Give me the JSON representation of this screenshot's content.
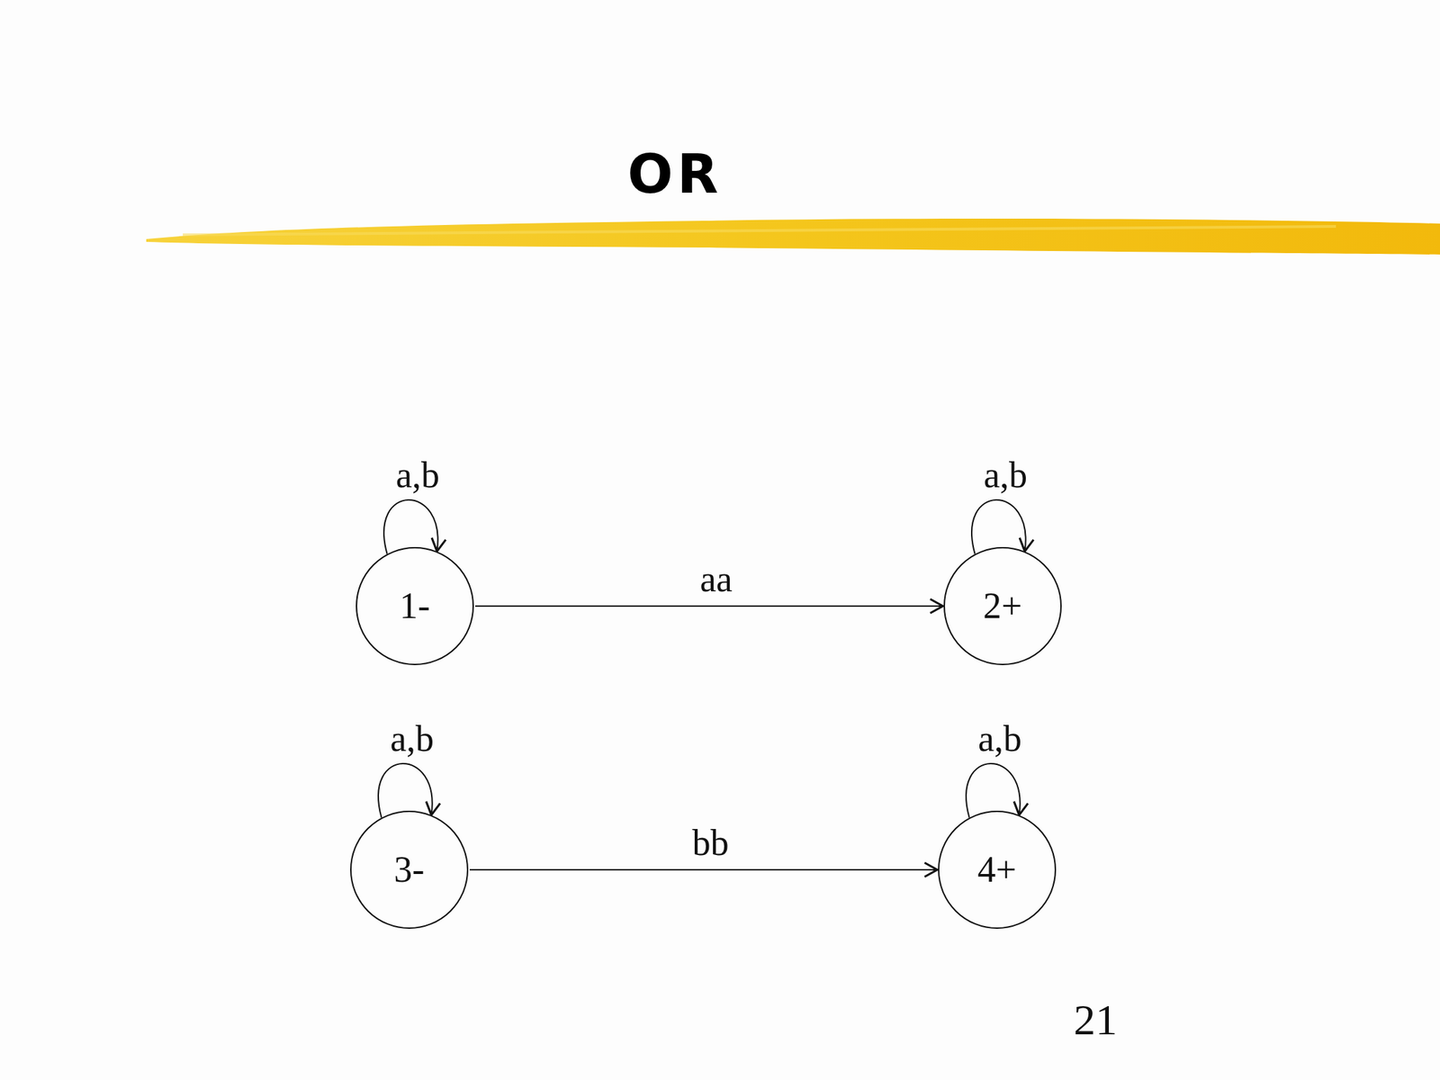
{
  "diagram": {
    "title": "OR",
    "nodes": [
      {
        "text": [
          "1-"
        ]
      },
      {
        "text": [
          "2+"
        ]
      },
      {
        "text": [
          "3-"
        ]
      },
      {
        "text": [
          "4+"
        ]
      }
    ],
    "edges": [
      {
        "from": 0,
        "to": 0,
        "label": "a,b",
        "arrow": "to"
      },
      {
        "from": 1,
        "to": 1,
        "label": "a,b",
        "arrow": "to"
      },
      {
        "from": 0,
        "to": 1,
        "label": "aa",
        "arrow": "to"
      },
      {
        "from": 2,
        "to": 2,
        "label": "a,b",
        "arrow": "to"
      },
      {
        "from": 3,
        "to": 3,
        "label": "a,b",
        "arrow": "to"
      },
      {
        "from": 2,
        "to": 3,
        "label": "bb",
        "arrow": "to"
      }
    ],
    "labels": [
      "21"
    ]
  }
}
